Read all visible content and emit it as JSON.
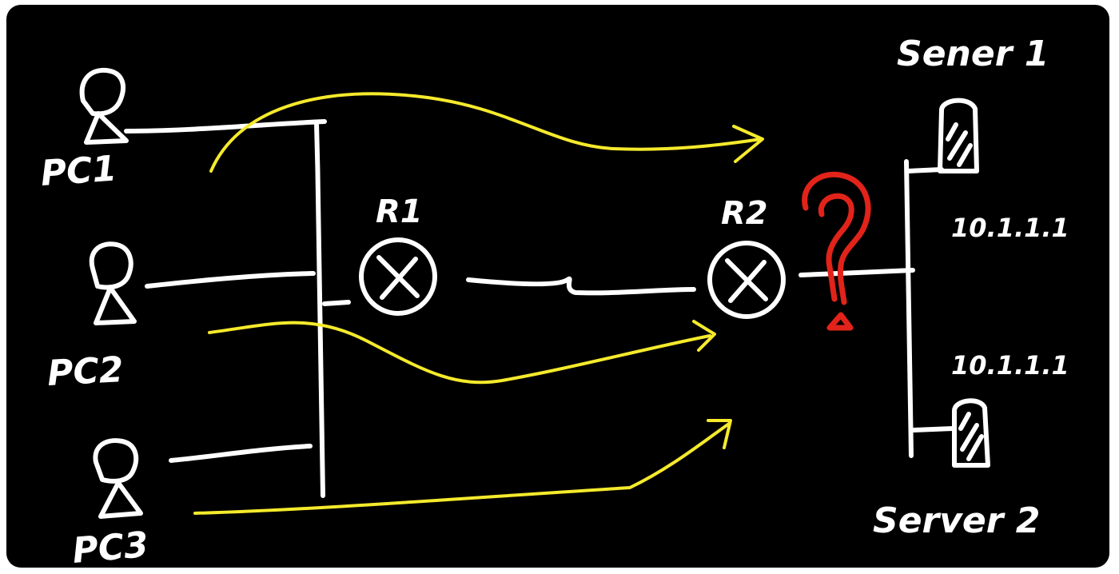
{
  "colors": {
    "background": "#000000",
    "ink": "#ffffff",
    "flow": "#f5ea2c",
    "question": "#e2231a"
  },
  "labels": {
    "pc1": "PC1",
    "pc2": "PC2",
    "pc3": "PC3",
    "r1": "R1",
    "r2": "R2",
    "server1": "Sener 1",
    "server2": "Server 2",
    "ip1": "10.1.1.1",
    "ip2": "10.1.1.1"
  },
  "icons": [
    "pc-icon",
    "router-icon",
    "server-icon",
    "question-mark-icon"
  ]
}
